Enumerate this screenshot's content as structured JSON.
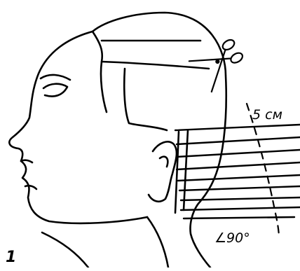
{
  "figure": {
    "number": "1",
    "length_label": "5 см",
    "angle_label": "∠90°"
  },
  "icons": {
    "scissors": "scissors-icon"
  },
  "colors": {
    "ink": "#000000",
    "paper": "#ffffff"
  },
  "diagram": {
    "subject": "head-profile",
    "strand_count": 9
  }
}
